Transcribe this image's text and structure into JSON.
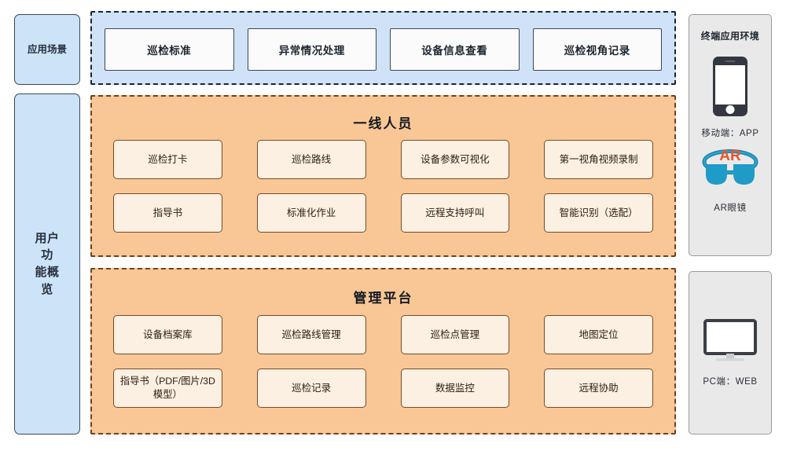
{
  "left_labels": {
    "scene": "应用场景",
    "overview_line1": "用户功",
    "overview_line2": "能概览"
  },
  "scenarios": {
    "cards": [
      {
        "label": "巡检标准"
      },
      {
        "label": "异常情况处理"
      },
      {
        "label": "设备信息查看"
      },
      {
        "label": "巡检视角记录"
      }
    ]
  },
  "front_line": {
    "title": "一线人员",
    "cards": [
      {
        "label": "巡检打卡"
      },
      {
        "label": "巡检路线"
      },
      {
        "label": "设备参数可视化"
      },
      {
        "label": "第一视角视频录制"
      },
      {
        "label": "指导书"
      },
      {
        "label": "标准化作业"
      },
      {
        "label": "远程支持呼叫"
      },
      {
        "label": "智能识别（选配）"
      }
    ]
  },
  "platform": {
    "title": "管理平台",
    "cards": [
      {
        "label": "设备档案库"
      },
      {
        "label": "巡检路线管理"
      },
      {
        "label": "巡检点管理"
      },
      {
        "label": "地图定位"
      },
      {
        "label": "指导书（PDF/图片/3D模型）"
      },
      {
        "label": "巡检记录"
      },
      {
        "label": "数据监控"
      },
      {
        "label": "远程协助"
      }
    ]
  },
  "terminal_panel": {
    "title": "终端应用环境",
    "mobile_caption": "移动端：APP",
    "ar_caption": "AR眼镜",
    "ar_text": "AR"
  },
  "pc_panel": {
    "caption": "PC端：WEB"
  },
  "colors": {
    "blue_fill": "#CFE2F8",
    "blue_label_fill": "#CCE3F8",
    "orange_fill": "#F9C795",
    "cream_fill": "#FCF0E2",
    "brown_border": "#7A4A26",
    "dark_border": "#3C4858",
    "gray_panel": "#E9E9EA",
    "ar_orange": "#E8552C",
    "ar_blue": "#1E9BC6"
  }
}
